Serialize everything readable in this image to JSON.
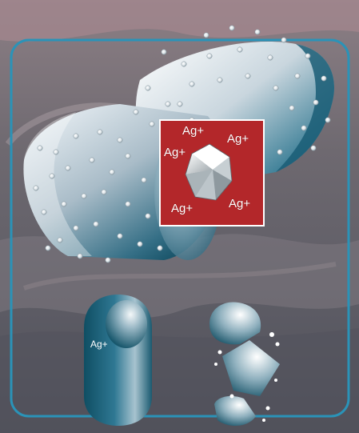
{
  "scene": {
    "ion_label": "Ag+",
    "pill_label": "Ag+",
    "ion_count": 6,
    "colors": {
      "frame": "#2a93b8",
      "ion_box": "#b3272a",
      "dressing_light": "#e3ecf2",
      "dressing_dark": "#12566e"
    }
  }
}
